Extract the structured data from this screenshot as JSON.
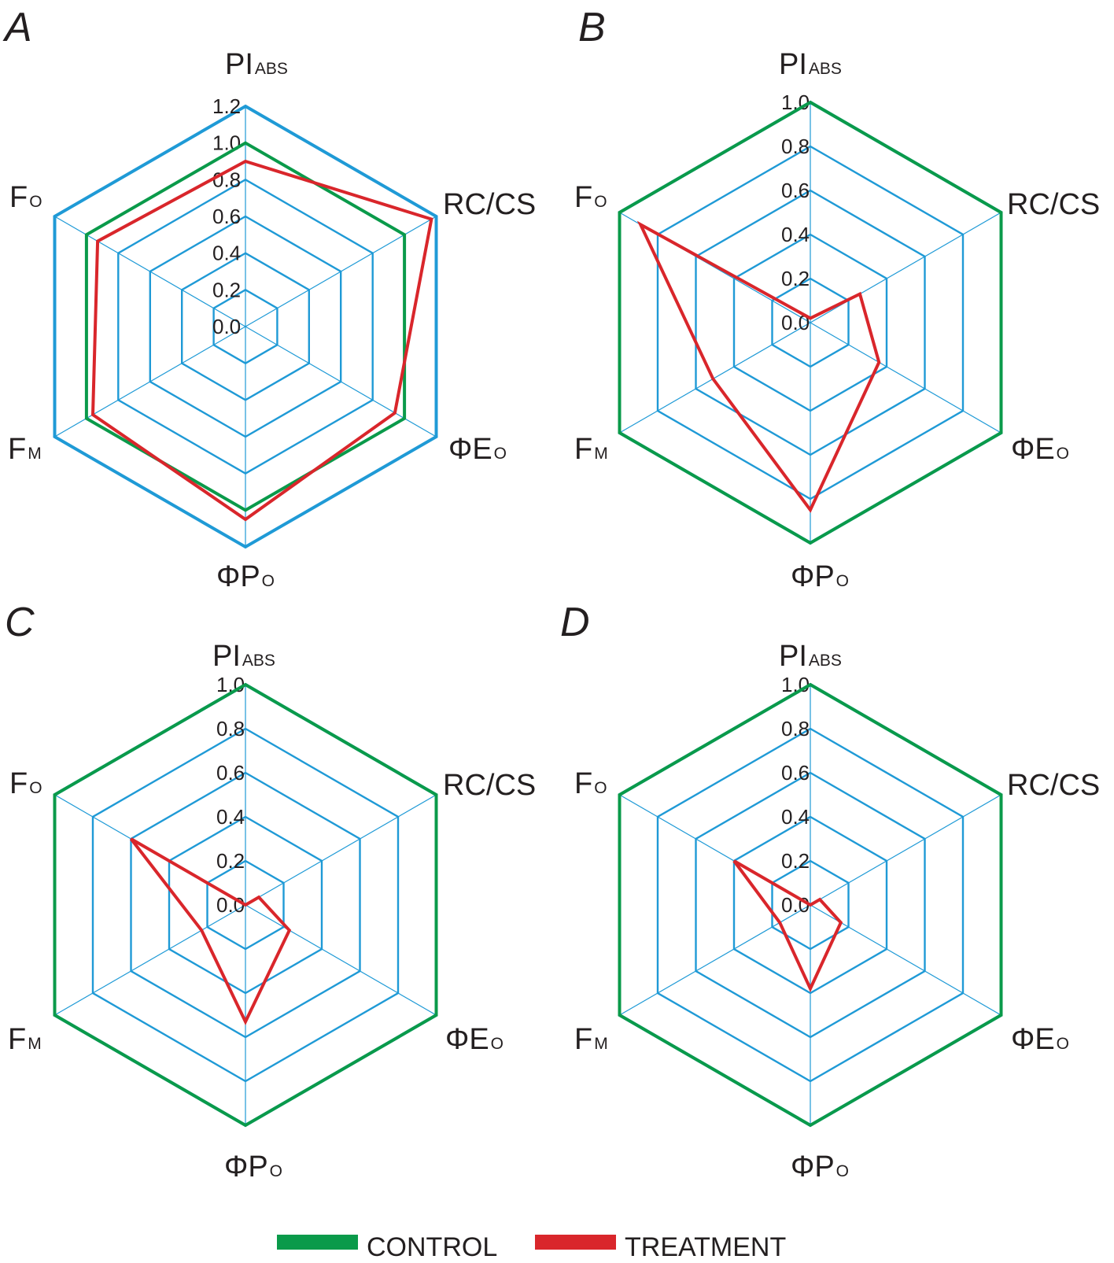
{
  "chart_data": [
    {
      "type": "radar",
      "panel": "A",
      "axes": [
        {
          "main": "PI",
          "sub": "ABS"
        },
        {
          "main": "RC/CS",
          "sub": ""
        },
        {
          "main": "ΦE",
          "sub": "O"
        },
        {
          "main": "ΦP",
          "sub": "O"
        },
        {
          "main": "F",
          "sub": "M"
        },
        {
          "main": "F",
          "sub": "O"
        }
      ],
      "ticks": [
        "0.0",
        "0.2",
        "0.4",
        "0.6",
        "0.8",
        "1.0",
        "1.2"
      ],
      "rmax": 1.2,
      "series": [
        {
          "name": "CONTROL",
          "values": [
            1.0,
            1.0,
            1.0,
            1.0,
            1.0,
            1.0
          ]
        },
        {
          "name": "TREATMENT",
          "values": [
            0.9,
            1.17,
            0.94,
            1.05,
            0.96,
            0.93
          ]
        }
      ]
    },
    {
      "type": "radar",
      "panel": "B",
      "axes": [
        {
          "main": "PI",
          "sub": "ABS"
        },
        {
          "main": "RC/CS",
          "sub": ""
        },
        {
          "main": "ΦE",
          "sub": "O"
        },
        {
          "main": "ΦP",
          "sub": "O"
        },
        {
          "main": "F",
          "sub": "M"
        },
        {
          "main": "F",
          "sub": "O"
        }
      ],
      "ticks": [
        "0.0",
        "0.2",
        "0.4",
        "0.6",
        "0.8",
        "1.0"
      ],
      "rmax": 1.0,
      "series": [
        {
          "name": "CONTROL",
          "values": [
            1.0,
            1.0,
            1.0,
            1.0,
            1.0,
            1.0
          ]
        },
        {
          "name": "TREATMENT",
          "values": [
            0.02,
            0.26,
            0.36,
            0.85,
            0.51,
            0.89
          ]
        }
      ]
    },
    {
      "type": "radar",
      "panel": "C",
      "axes": [
        {
          "main": "PI",
          "sub": "ABS"
        },
        {
          "main": "RC/CS",
          "sub": ""
        },
        {
          "main": "ΦE",
          "sub": "O"
        },
        {
          "main": "ΦP",
          "sub": "O"
        },
        {
          "main": "F",
          "sub": "M"
        },
        {
          "main": "F",
          "sub": "O"
        }
      ],
      "ticks": [
        "0.0",
        "0.2",
        "0.4",
        "0.6",
        "0.8",
        "1.0"
      ],
      "rmax": 1.0,
      "series": [
        {
          "name": "CONTROL",
          "values": [
            1.0,
            1.0,
            1.0,
            1.0,
            1.0,
            1.0
          ]
        },
        {
          "name": "TREATMENT",
          "values": [
            0.0,
            0.07,
            0.23,
            0.53,
            0.23,
            0.6
          ]
        }
      ]
    },
    {
      "type": "radar",
      "panel": "D",
      "axes": [
        {
          "main": "PI",
          "sub": "ABS"
        },
        {
          "main": "RC/CS",
          "sub": ""
        },
        {
          "main": "ΦE",
          "sub": "O"
        },
        {
          "main": "ΦP",
          "sub": "O"
        },
        {
          "main": "F",
          "sub": "M"
        },
        {
          "main": "F",
          "sub": "O"
        }
      ],
      "ticks": [
        "0.0",
        "0.2",
        "0.4",
        "0.6",
        "0.8",
        "1.0"
      ],
      "rmax": 1.0,
      "series": [
        {
          "name": "CONTROL",
          "values": [
            1.0,
            1.0,
            1.0,
            1.0,
            1.0,
            1.0
          ]
        },
        {
          "name": "TREATMENT",
          "values": [
            0.0,
            0.05,
            0.16,
            0.38,
            0.16,
            0.4
          ]
        }
      ]
    }
  ],
  "legend": [
    {
      "name": "CONTROL",
      "color": "#0a9a4a"
    },
    {
      "name": "TREATMENT",
      "color": "#d9262b"
    }
  ],
  "colors": {
    "grid": "#1f9ad6",
    "control": "#0a9a4a",
    "treatment": "#d9262b",
    "text": "#231f20"
  }
}
